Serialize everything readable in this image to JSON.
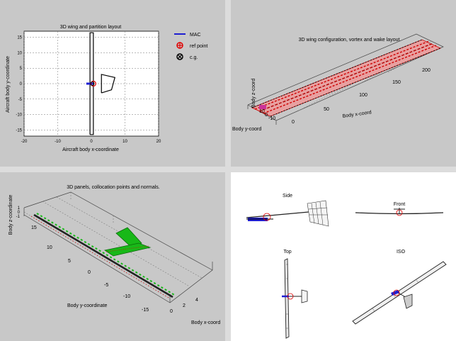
{
  "chart_data": [
    {
      "type": "line",
      "title": "3D wing and partition layout",
      "xlabel": "Aircraft body x-coordinate",
      "ylabel": "Aircraft body y-coordinate",
      "xlim": [
        -20,
        20
      ],
      "ylim": [
        -17,
        17
      ],
      "xticks": [
        "-20",
        "-10",
        "0",
        "10",
        "20"
      ],
      "yticks": [
        "15",
        "10",
        "5",
        "0",
        "-5",
        "-10",
        "-15"
      ],
      "grid": true,
      "legend": [
        {
          "label": "MAC",
          "color": "#1f1fd1",
          "symbol": "line"
        },
        {
          "label": "ref point",
          "color": "#e00000",
          "symbol": "circle-plus"
        },
        {
          "label": "c.g.",
          "color": "#000000",
          "symbol": "circle-x"
        }
      ],
      "legend_position": "outside-right",
      "series": [
        {
          "values_desc": "",
          "x": [
            -0.4,
            0.6,
            0.6,
            -0.4,
            -0.4
          ],
          "y": [
            -16.5,
            -16.5,
            16.5,
            16.5,
            -16.5
          ]
        },
        {
          "x": [
            3,
            6,
            7,
            3,
            3
          ],
          "y": [
            -3,
            -2,
            2,
            3,
            -3
          ]
        }
      ],
      "mac": {
        "x": [
          -1.5,
          0.5
        ],
        "y": [
          0,
          0
        ]
      },
      "ref_point": {
        "x": 0.6,
        "y": 0
      },
      "cg": {
        "x": 0.3,
        "y": 0
      }
    },
    {
      "type": "line",
      "title": "3D wing configuration, vortex and wake layout.",
      "xlabel": "Body x-coord",
      "ylabel": "Body z-coord",
      "zlabel": "Body y-coord",
      "xticks": [
        "0",
        "50",
        "100",
        "150",
        "200"
      ],
      "yticks": [
        "10",
        "0",
        "-10"
      ],
      "grid": true
    },
    {
      "type": "line",
      "title": "3D panels, collocation points and normals.",
      "xlabel": "Body x-coord",
      "ylabel": "Body y-coordinate",
      "zlabel": "Body z-coordinate",
      "yticks": [
        "15",
        "10",
        "5",
        "0",
        "-5",
        "-10",
        "-15"
      ],
      "xticks": [
        "0",
        "2",
        "4"
      ],
      "zticks": [
        "1",
        "0",
        "-1"
      ],
      "grid": true
    },
    {
      "type": "line",
      "views": [
        "Side",
        "Front",
        "Top",
        "ISO"
      ]
    }
  ],
  "colors": {
    "panel_gray": "#c8c8c8",
    "grid": "#666666",
    "red": "#e00000",
    "blue": "#1f1fd1",
    "green": "#18b818"
  }
}
